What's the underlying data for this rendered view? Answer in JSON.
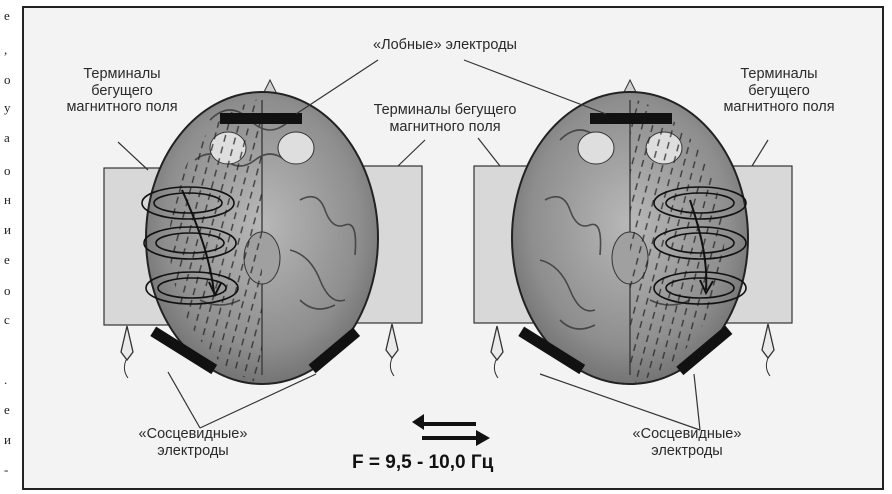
{
  "labels": {
    "frontal": "«Лобные» электроды",
    "terminals_left": "Терминалы бегущего магнитного поля",
    "terminals_center": "Терминалы бегущего магнитного поля",
    "terminals_right": "Терминалы бегущего магнитного поля",
    "mastoid_left": "«Сосцевидные» электроды",
    "mastoid_right": "«Сосцевидные» электроды",
    "frequency": "F = 9,5 - 10,0 Гц"
  },
  "margin_fragments": [
    "е",
    ",",
    "о",
    "у",
    "а",
    "о",
    "н",
    "и",
    "е",
    "о",
    "с",
    ".",
    "е",
    "и",
    "-"
  ]
}
